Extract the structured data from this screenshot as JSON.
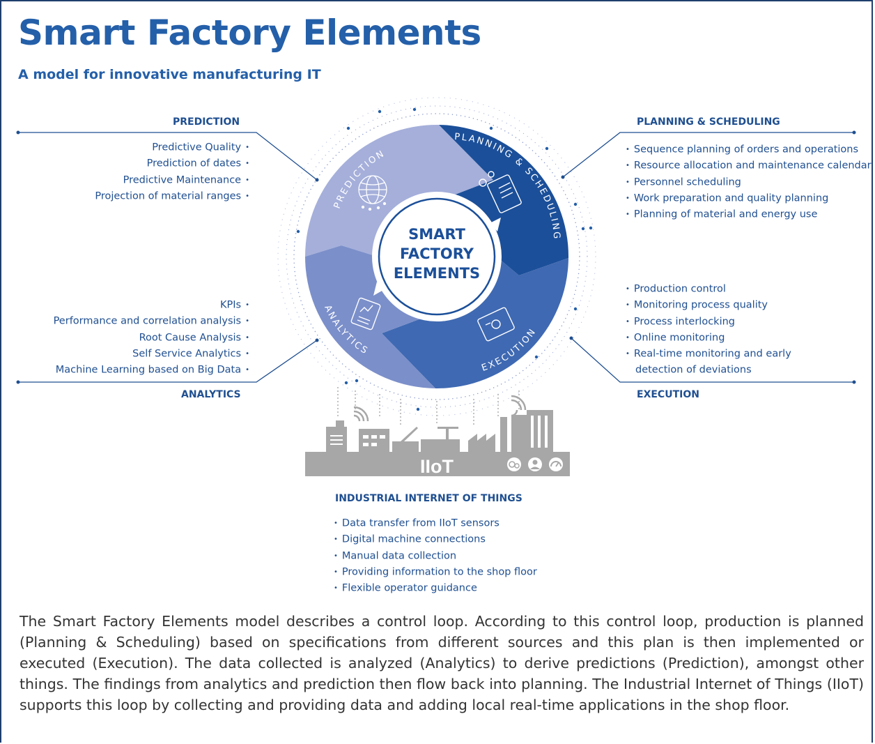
{
  "title": "Smart Factory Elements",
  "subtitle": "A model for innovative manufacturing IT",
  "center_label": [
    "SMART",
    "FACTORY",
    "ELEMENTS"
  ],
  "ring_labels": {
    "prediction": "PREDICTION",
    "planning": "PLANNING & SCHEDULING",
    "execution": "EXECUTION",
    "analytics": "ANALYTICS"
  },
  "iiot_label": "IIoT",
  "sections": {
    "prediction": {
      "title": "PREDICTION",
      "items": [
        "Predictive Quality",
        "Prediction of dates",
        "Predictive Maintenance",
        "Projection of material ranges"
      ]
    },
    "planning": {
      "title": "PLANNING & SCHEDULING",
      "items": [
        "Sequence planning of orders and operations",
        "Resource allocation and maintenance calendar",
        "Personnel scheduling",
        "Work preparation and quality planning",
        "Planning of material and energy use"
      ]
    },
    "analytics": {
      "title": "ANALYTICS",
      "items": [
        "KPIs",
        "Performance and correlation analysis",
        "Root Cause Analysis",
        "Self Service Analytics",
        "Machine Learning based on Big Data"
      ]
    },
    "execution": {
      "title": "EXECUTION",
      "items": [
        "Production control",
        "Monitoring process quality",
        "Process interlocking",
        "Online monitoring",
        "Real-time monitoring and early",
        "detection of deviations"
      ]
    },
    "iiot": {
      "title": "INDUSTRIAL INTERNET OF THINGS",
      "items": [
        "Data transfer from IIoT sensors",
        "Digital machine connections",
        "Manual data collection",
        "Providing information to the shop floor",
        "Flexible operator guidance"
      ]
    }
  },
  "description": "The Smart Factory Elements model describes a control loop. According to this control loop, production is planned (Planning & Scheduling) based on specifications from different sources and this plan is then implemented or executed (Execution). The data collected is analyzed (Analytics) to derive predictions (Prediction), amongst other things. The findings from analytics and prediction then flow back into planning. The Industrial Internet of Things (IIoT) supports this loop by collecting and providing data and adding local real-time applications in the shop floor.",
  "colors": {
    "title": "#245fa9",
    "text": "#1f4f91",
    "prediction": "#a5afda",
    "planning": "#1b4f99",
    "execution": "#3f69b2",
    "analytics": "#7b8fca",
    "factory": "#a7a7a7"
  },
  "icons": [
    "globe-network-icon",
    "tablet-planning-icon",
    "tablet-execution-icon",
    "tablet-analytics-icon",
    "factory-skyline-icon",
    "gear-icon",
    "worker-icon",
    "gauge-icon",
    "wifi-signal-icon"
  ]
}
